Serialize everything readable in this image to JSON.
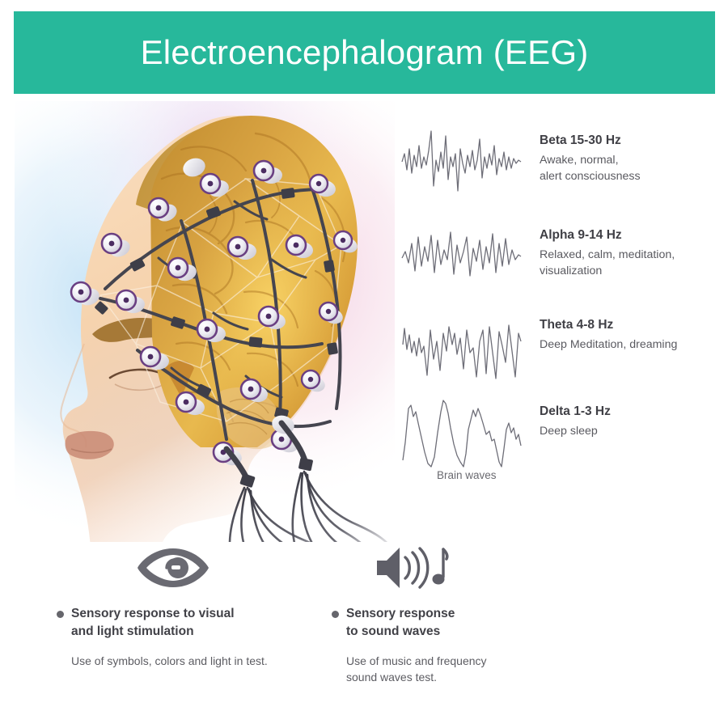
{
  "header": {
    "title": "Electroencephalogram (EEG)",
    "background_color": "#27b89b",
    "text_color": "#ffffff"
  },
  "illustration": {
    "subject": "human-head-side-profile-with-eeg-electrode-cap",
    "brain_color": "#d9a441",
    "skin_color": "#f5d0ab",
    "electrode_ring_color": "#6a3f82",
    "cable_color": "#4a4a52",
    "glow_left_color": "#cfe6f7",
    "glow_right_color": "#f3cfe0"
  },
  "waves": {
    "caption": "Brain waves",
    "items": [
      {
        "name": "Beta 15-30 Hz",
        "description": "Awake, normal,\nalert consciousness",
        "wave_type": "beta",
        "frequency_hz": "15-30"
      },
      {
        "name": "Alpha 9-14 Hz",
        "description": "Relaxed, calm, meditation,\nvisualization",
        "wave_type": "alpha",
        "frequency_hz": "9-14"
      },
      {
        "name": "Theta 4-8 Hz",
        "description": "Deep Meditation, dreaming",
        "wave_type": "theta",
        "frequency_hz": "4-8"
      },
      {
        "name": "Delta 1-3 Hz",
        "description": "Deep sleep",
        "wave_type": "delta",
        "frequency_hz": "1-3"
      }
    ]
  },
  "sensory": [
    {
      "icon": "eye-icon",
      "title": "Sensory response to visual\nand light stimulation",
      "subtitle": "Use of symbols, colors and light in test."
    },
    {
      "icon": "speaker-music-icon",
      "title": "Sensory response\nto sound waves",
      "subtitle": "Use of music and frequency\nsound waves test."
    }
  ],
  "chart_data": {
    "type": "line",
    "title": "Brain waves",
    "xlabel": "",
    "ylabel": "",
    "series": [
      {
        "name": "Beta 15-30 Hz",
        "description": "Awake, normal, alert consciousness",
        "frequency_hz": [
          15,
          30
        ],
        "amplitude_relative": 0.45,
        "values": [
          0,
          -8,
          10,
          -12,
          14,
          -9,
          11,
          -14,
          9,
          -7,
          12,
          -10,
          34,
          -20,
          8,
          -11,
          13,
          -9,
          26,
          -14,
          10,
          -8,
          12,
          -28,
          16,
          -10,
          9,
          -13,
          11,
          -8,
          14,
          -10,
          8,
          -12,
          22,
          -9,
          11,
          -7,
          10,
          -14,
          9,
          -10,
          24,
          -12,
          8,
          -9,
          11,
          -7,
          6,
          -5
        ]
      },
      {
        "name": "Alpha 9-14 Hz",
        "description": "Relaxed, calm, meditation, visualization",
        "frequency_hz": [
          9,
          14
        ],
        "amplitude_relative": 0.6,
        "values": [
          0,
          -6,
          8,
          -10,
          20,
          -14,
          26,
          -16,
          12,
          -9,
          22,
          -18,
          30,
          -12,
          10,
          -14,
          24,
          -20,
          16,
          -10,
          28,
          -18,
          12,
          -8,
          20,
          -24,
          14,
          -10,
          26,
          -14,
          9,
          -12,
          22,
          -16,
          28,
          -12,
          10,
          -8,
          18,
          -14,
          8,
          -6
        ]
      },
      {
        "name": "Theta 4-8 Hz",
        "description": "Deep Meditation, dreaming",
        "frequency_hz": [
          4,
          8
        ],
        "amplitude_relative": 0.8,
        "values": [
          0,
          14,
          -6,
          18,
          -30,
          10,
          -8,
          26,
          -34,
          16,
          -10,
          30,
          -12,
          8,
          -28,
          22,
          -36,
          14,
          32,
          -18,
          10,
          -32,
          28,
          -14,
          36,
          -40,
          18,
          -8,
          34,
          -30,
          12,
          -6
        ]
      },
      {
        "name": "Delta 1-3 Hz",
        "description": "Deep sleep",
        "frequency_hz": [
          1,
          3
        ],
        "amplitude_relative": 1.0,
        "values": [
          0,
          -38,
          42,
          36,
          44,
          -10,
          -42,
          -36,
          40,
          48,
          38,
          -12,
          -44,
          -30,
          34,
          40,
          30,
          -8,
          -40,
          -34,
          26,
          32,
          20,
          -30,
          -18,
          6,
          -26
        ]
      }
    ]
  }
}
